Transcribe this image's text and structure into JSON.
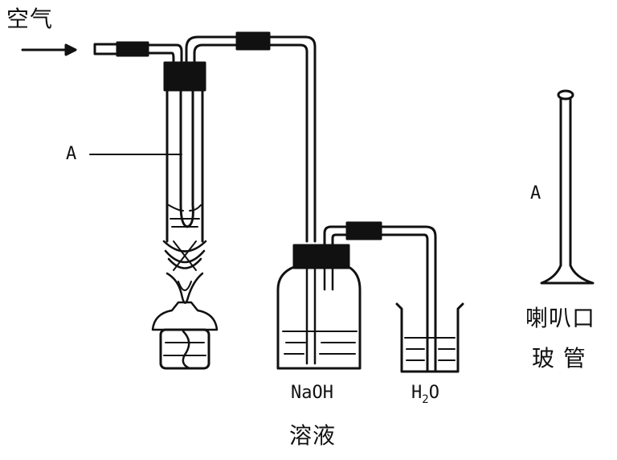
{
  "labels": {
    "air": "空气",
    "a_left": "A",
    "a_right": "A",
    "naoh": "NaOH",
    "solution": "溶液",
    "water_main": "H",
    "water_sub": "2",
    "water_end": "O",
    "funnel_tube_line1": "喇叭口",
    "funnel_tube_line2": "玻 管"
  }
}
